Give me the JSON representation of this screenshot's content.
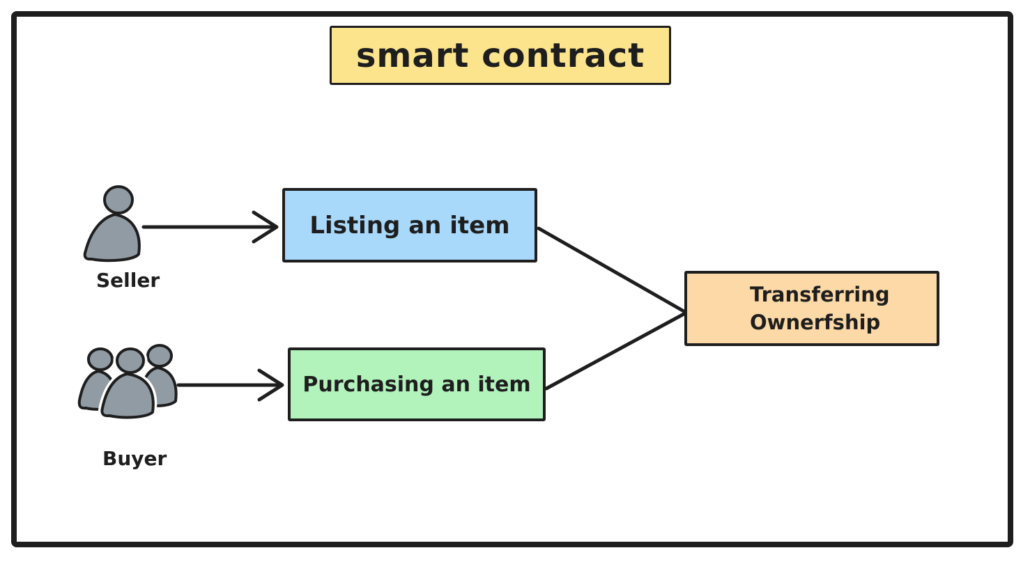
{
  "title": {
    "text": "smart contract"
  },
  "actors": {
    "seller": {
      "label": "Seller"
    },
    "buyer": {
      "label": "Buyer"
    }
  },
  "nodes": {
    "listing": {
      "label": "Listing an item",
      "fill": "#a8d8fa"
    },
    "purchasing": {
      "label": "Purchasing an item",
      "fill": "#b2f2bb"
    },
    "transferring": {
      "lines": [
        "Transferring",
        "Ownerfship"
      ],
      "fill": "#fcd9a6"
    }
  },
  "colors": {
    "title_fill": "#fbe48c",
    "stroke": "#1e1e1e",
    "person_fill": "#919ba4",
    "background": "#ffffff"
  }
}
